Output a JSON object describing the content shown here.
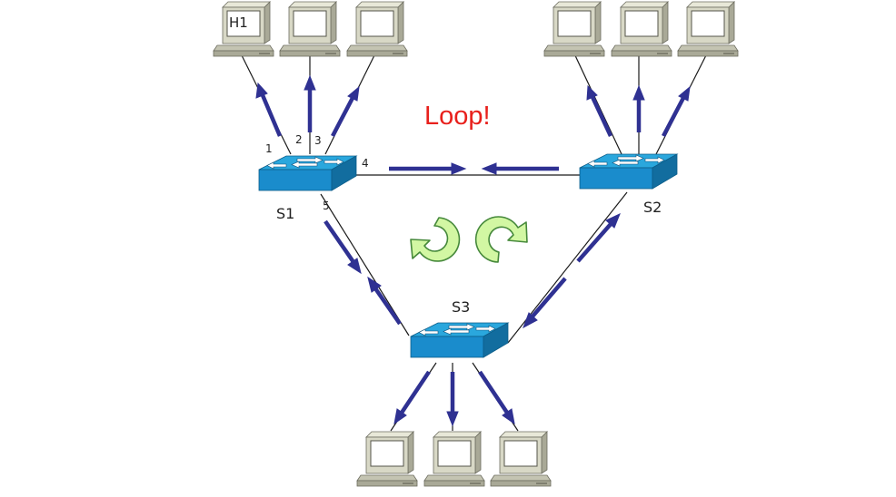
{
  "title": "Loop!",
  "colors": {
    "title": "#e8201c",
    "arrow": "#2f3192",
    "link": "#1a1a1a",
    "switch_top": "#2aa7dd",
    "switch_front": "#1a8ccc",
    "switch_side": "#126d9f",
    "loop_arrow_fill": "#d2f7a3",
    "loop_arrow_stroke": "#46893b",
    "computer_body": "#d8d8c6",
    "computer_dark": "#9a9a88"
  },
  "switches": [
    {
      "id": "s1",
      "label": "S1"
    },
    {
      "id": "s2",
      "label": "S2"
    },
    {
      "id": "s3",
      "label": "S3"
    }
  ],
  "hosts": [
    {
      "id": "h1",
      "label": "H1"
    },
    {
      "id": "h2",
      "label": ""
    },
    {
      "id": "h3",
      "label": ""
    },
    {
      "id": "h4",
      "label": ""
    },
    {
      "id": "h5",
      "label": ""
    },
    {
      "id": "h6",
      "label": ""
    },
    {
      "id": "h7",
      "label": ""
    },
    {
      "id": "h8",
      "label": ""
    },
    {
      "id": "h9",
      "label": ""
    }
  ],
  "ports": [
    "1",
    "2",
    "3",
    "4",
    "5"
  ],
  "icons": {
    "switch": "network-switch-icon",
    "host": "desktop-computer-icon",
    "loop": "circular-arrow-icon"
  }
}
